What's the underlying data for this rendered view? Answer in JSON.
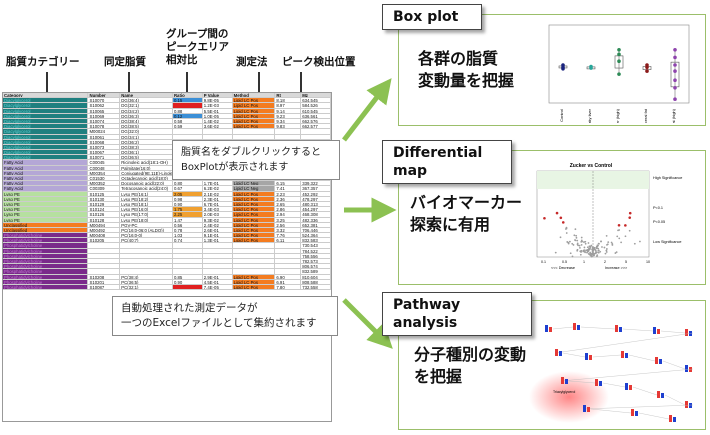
{
  "column_labels": [
    {
      "text": "脂質カテゴリー"
    },
    {
      "text": "同定脂質"
    },
    {
      "text": "グループ間の\nピークエリア\n相対比"
    },
    {
      "text": "測定法"
    },
    {
      "text": "ピーク検出位置"
    }
  ],
  "table": {
    "headers": [
      "Category",
      "Number",
      "Name",
      "Ratio",
      "P Value",
      "Method",
      "Rt",
      "Mz"
    ],
    "rows": [
      {
        "cat": "Diacylglycerol",
        "catc": "#1f7f7f",
        "num": "S10070",
        "name": "DG(36:4)",
        "ratio": "0.15",
        "rc": "#3c8fd6",
        "p": "9.8E-05",
        "meth": "Lipid LC Pos",
        "mc": "#f47c20",
        "rt": "8.18",
        "mz": "634.545"
      },
      {
        "cat": "Diacylglycerol",
        "catc": "#1f7f7f",
        "num": "S10062",
        "name": "DG(32:1)",
        "ratio": "",
        "rc": "#e02020",
        "p": "1.2E-03",
        "meth": "Lipid LC Pos",
        "mc": "#f47c20",
        "rt": "8.97",
        "mz": "584.526"
      },
      {
        "cat": "Diacylglycerol",
        "catc": "#1f7f7f",
        "num": "S10065",
        "name": "DG(34:2)",
        "ratio": "0.88",
        "rc": "#fff",
        "p": "5.5E-01",
        "meth": "Lipid LC Pos",
        "mc": "#f47c20",
        "rt": "9.14",
        "mz": "610.545"
      },
      {
        "cat": "Diacylglycerol",
        "catc": "#1f7f7f",
        "num": "S10069",
        "name": "DG(36:3)",
        "ratio": "0.12",
        "rc": "#3c8fd6",
        "p": "1.0E-05",
        "meth": "Lipid LC Pos",
        "mc": "#f47c20",
        "rt": "9.23",
        "mz": "636.561"
      },
      {
        "cat": "Diacylglycerol",
        "catc": "#1f7f7f",
        "num": "S10074",
        "name": "DG(38:4)",
        "ratio": "0.58",
        "rc": "#fff",
        "p": "1.4E-02",
        "meth": "Lipid LC Pos",
        "mc": "#f47c20",
        "rt": "9.34",
        "mz": "662.576"
      },
      {
        "cat": "Diacylglycerol",
        "catc": "#1f7f7f",
        "num": "S10078",
        "name": "DG(38:5)",
        "ratio": "0.59",
        "rc": "#fff",
        "p": "3.6E-02",
        "meth": "Lipid LC Pos",
        "mc": "#f47c20",
        "rt": "9.83",
        "mz": "662.577"
      },
      {
        "cat": "Diacylglycerol",
        "catc": "#1f7f7f",
        "num": "M00024",
        "name": "DG(32:0)",
        "ratio": "",
        "rc": "#fff",
        "p": "",
        "meth": "",
        "mc": "#fff",
        "rt": "",
        "mz": ""
      },
      {
        "cat": "Diacylglycerol",
        "catc": "#1f7f7f",
        "num": "S10061",
        "name": "DG(34:1)",
        "ratio": "",
        "rc": "#fff",
        "p": "",
        "meth": "",
        "mc": "#fff",
        "rt": "",
        "mz": ""
      },
      {
        "cat": "Diacylglycerol",
        "catc": "#1f7f7f",
        "num": "S10068",
        "name": "DG(36:2)",
        "ratio": "",
        "rc": "#fff",
        "p": "",
        "meth": "",
        "mc": "#fff",
        "rt": "",
        "mz": ""
      },
      {
        "cat": "Diacylglycerol",
        "catc": "#1f7f7f",
        "num": "S10073",
        "name": "DG(38:3)",
        "ratio": "",
        "rc": "#fff",
        "p": "",
        "meth": "",
        "mc": "#fff",
        "rt": "",
        "mz": ""
      },
      {
        "cat": "Diacylglycerol",
        "catc": "#1f7f7f",
        "num": "S10067",
        "name": "DG(36:1)",
        "ratio": "",
        "rc": "#fff",
        "p": "",
        "meth": "",
        "mc": "#fff",
        "rt": "",
        "mz": ""
      },
      {
        "cat": "Diacylglycerol",
        "catc": "#1f7f7f",
        "num": "S10071",
        "name": "DG(36:5)",
        "ratio": "",
        "rc": "#fff",
        "p": "",
        "meth": "",
        "mc": "#fff",
        "rt": "",
        "mz": ""
      },
      {
        "cat": "Fatty Acid",
        "catc": "#b4a7d6",
        "num": "C00045",
        "name": "Ricinoleic acid(18:1-OH)",
        "ratio": "0.34",
        "rc": "#fff",
        "p": "3.1E-01",
        "meth": "Lipid LC Neg",
        "mc": "#a6a6a6",
        "rt": "2.21",
        "mz": "297.245"
      },
      {
        "cat": "Fatty Acid",
        "catc": "#b4a7d6",
        "num": "C00048",
        "name": "Palmitate(16:0)",
        "ratio": "0.62",
        "rc": "#fff",
        "p": "3.5E-01",
        "meth": "Lipid LC Neg",
        "mc": "#a6a6a6",
        "rt": "1.45",
        "mz": "255.234"
      },
      {
        "cat": "Fatty Acid",
        "catc": "#b4a7d6",
        "num": "M00354",
        "name": "Conjugated(9E,11E)-Linoleic acid",
        "ratio": "0.65",
        "rc": "#fff",
        "p": "2.6E-01",
        "meth": "Lipid LC Neg",
        "mc": "#a6a6a6",
        "rt": "3.53",
        "mz": "279.235"
      },
      {
        "cat": "Fatty Acid",
        "catc": "#b4a7d6",
        "num": "C01530",
        "name": "Octadecanoic acid(18:0)",
        "ratio": "0.67",
        "rc": "#fff",
        "p": "4.0E-01",
        "meth": "Lipid LC Neg",
        "mc": "#a6a6a6",
        "rt": "4.26",
        "mz": "283.266"
      },
      {
        "cat": "Fatty Acid",
        "catc": "#b4a7d6",
        "num": "M00352",
        "name": "Docosanoic acid(22:0)",
        "ratio": "0.80",
        "rc": "#fff",
        "p": "1.7E-01",
        "meth": "Lipid LC Neg",
        "mc": "#a6a6a6",
        "rt": "6.15",
        "mz": "339.322"
      },
      {
        "cat": "Fatty Acid",
        "catc": "#b4a7d6",
        "num": "C00309",
        "name": "Tetracosanoic acid(24:0)",
        "ratio": "0.67",
        "rc": "#fff",
        "p": "6.2E-02",
        "meth": "Lipid LC Neg",
        "mc": "#a6a6a6",
        "rt": "7.41",
        "mz": "367.357"
      },
      {
        "cat": "Lyso PE",
        "catc": "#b6e0a0",
        "num": "S10125",
        "name": "Lyso PE(16:1)",
        "ratio": "2.05",
        "rc": "#f0a030",
        "p": "2.1E-02",
        "meth": "Lipid LC Pos",
        "mc": "#f47c20",
        "rt": "2.23",
        "mz": "452.292"
      },
      {
        "cat": "Lyso PE",
        "catc": "#b6e0a0",
        "num": "S10130",
        "name": "Lyso PE(18:2)",
        "ratio": "0.98",
        "rc": "#fff",
        "p": "2.3E-01",
        "meth": "Lipid LC Pos",
        "mc": "#f47c20",
        "rt": "2.36",
        "mz": "478.297"
      },
      {
        "cat": "Lyso PE",
        "catc": "#b6e0a0",
        "num": "S10129",
        "name": "Lyso PE(18:1)",
        "ratio": "0.90",
        "rc": "#fff",
        "p": "6.7E-01",
        "meth": "Lipid LC Pos",
        "mc": "#f47c20",
        "rt": "2.65",
        "mz": "480.313"
      },
      {
        "cat": "Lyso PE",
        "catc": "#b6e0a0",
        "num": "S10124",
        "name": "Lyso PE(16:0)",
        "ratio": "1.75",
        "rc": "#f0a030",
        "p": "3.4E-03",
        "meth": "Lipid LC Pos",
        "mc": "#f47c20",
        "rt": "2.86",
        "mz": "454.297"
      },
      {
        "cat": "Lyso PE",
        "catc": "#b6e0a0",
        "num": "S10126",
        "name": "Lyso PE(17:0)",
        "ratio": "2.25",
        "rc": "#f0a030",
        "p": "2.0E-03",
        "meth": "Lipid LC Pos",
        "mc": "#f47c20",
        "rt": "2.94",
        "mz": "468.308"
      },
      {
        "cat": "Lyso PE",
        "catc": "#b6e0a0",
        "num": "S10128",
        "name": "Lyso PE(18:0)",
        "ratio": "1.47",
        "rc": "#fff",
        "p": "9.3E-02",
        "meth": "Lipid LC Pos",
        "mc": "#f47c20",
        "rt": "3.25",
        "mz": "482.336"
      },
      {
        "cat": "Unclassified",
        "catc": "#f47c20",
        "num": "M00494",
        "name": "PGV-PC",
        "ratio": "0.56",
        "rc": "#fff",
        "p": "2.4E-02",
        "meth": "Lipid LC Pos",
        "mc": "#f47c20",
        "rt": "2.56",
        "mz": "652.381"
      },
      {
        "cat": "Unclassified",
        "catc": "#f47c20",
        "num": "M00492",
        "name": "PC(16:0-06:0 (ALDO))",
        "ratio": "0.78",
        "rc": "#fff",
        "p": "2.6E-01",
        "meth": "Lipid LC Pos",
        "mc": "#f47c20",
        "rt": "3.32",
        "mz": "706.446"
      },
      {
        "cat": "Phosphatidylcholine",
        "catc": "#7a2a8a",
        "num": "M00408",
        "name": "PC(16:0-0)",
        "ratio": "1.03",
        "rc": "#fff",
        "p": "9.1E-01",
        "meth": "Lipid LC Pos",
        "mc": "#f47c20",
        "rt": "7.76",
        "mz": "524.364"
      },
      {
        "cat": "Phosphatidylcholine",
        "catc": "#7a2a8a",
        "num": "S10205",
        "name": "PC(40:7)",
        "ratio": "0.74",
        "rc": "#fff",
        "p": "1.3E-01",
        "meth": "Lipid LC Pos",
        "mc": "#f47c20",
        "rt": "6.11",
        "mz": "832.583"
      },
      {
        "cat": "Phosphatidylcholine",
        "catc": "#7a2a8a",
        "num": "",
        "name": "",
        "ratio": "",
        "rc": "#fff",
        "p": "",
        "meth": "",
        "mc": "#fff",
        "rt": "",
        "mz": "730.543"
      },
      {
        "cat": "Phosphatidylcholine",
        "catc": "#7a2a8a",
        "num": "",
        "name": "",
        "ratio": "",
        "rc": "#fff",
        "p": "",
        "meth": "",
        "mc": "#fff",
        "rt": "",
        "mz": "784.522"
      },
      {
        "cat": "Phosphatidylcholine",
        "catc": "#7a2a8a",
        "num": "",
        "name": "",
        "ratio": "",
        "rc": "#fff",
        "p": "",
        "meth": "",
        "mc": "#fff",
        "rt": "",
        "mz": "758.556"
      },
      {
        "cat": "Phosphatidylcholine",
        "catc": "#7a2a8a",
        "num": "",
        "name": "",
        "ratio": "",
        "rc": "#fff",
        "p": "",
        "meth": "",
        "mc": "#fff",
        "rt": "",
        "mz": "782.573"
      },
      {
        "cat": "Phosphatidylcholine",
        "catc": "#7a2a8a",
        "num": "",
        "name": "",
        "ratio": "",
        "rc": "#fff",
        "p": "",
        "meth": "",
        "mc": "#fff",
        "rt": "",
        "mz": "806.574"
      },
      {
        "cat": "Phosphatidylcholine",
        "catc": "#7a2a8a",
        "num": "",
        "name": "",
        "ratio": "",
        "rc": "#fff",
        "p": "",
        "meth": "",
        "mc": "#fff",
        "rt": "",
        "mz": "832.589"
      },
      {
        "cat": "Phosphatidylcholine",
        "catc": "#7a2a8a",
        "num": "S10208",
        "name": "PC(38:4)",
        "ratio": "0.85",
        "rc": "#fff",
        "p": "2.9E-01",
        "meth": "Lipid LC Pos",
        "mc": "#f47c20",
        "rt": "6.90",
        "mz": "810.604"
      },
      {
        "cat": "Phosphatidylcholine",
        "catc": "#7a2a8a",
        "num": "S10201",
        "name": "PC(36:5)",
        "ratio": "0.90",
        "rc": "#fff",
        "p": "4.5E-01",
        "meth": "Lipid LC Pos",
        "mc": "#f47c20",
        "rt": "6.91",
        "mz": "808.588"
      },
      {
        "cat": "Phosphatidylcholine",
        "catc": "#7a2a8a",
        "num": "S10087",
        "name": "PC(32:1)",
        "ratio": "",
        "rc": "#e02020",
        "p": "7.4E-05",
        "meth": "Lipid LC Pos",
        "mc": "#f47c20",
        "rt": "7.80",
        "mz": "732.558"
      }
    ]
  },
  "callouts": {
    "dblclick": "脂質名をダブルクリックすると\nBoxPlotが表示されます",
    "excel": "自動処理された測定データが\n一つのExcelファイルとして集約されます"
  },
  "panels": [
    {
      "title": "Box plot",
      "desc": "各群の脂質\n変動量を把握",
      "plot": {
        "x_labels": [
          "Control",
          "Fatty liver",
          "Fatty liver (high)",
          "Visceral fat",
          "Visceral fat (high)"
        ],
        "groups": [
          {
            "color": "#1a237e",
            "points": [
              0.45,
              0.47,
              0.5
            ]
          },
          {
            "color": "#26a69a",
            "points": [
              0.46,
              0.48
            ]
          },
          {
            "color": "#2e8b57",
            "points": [
              0.38,
              0.55,
              0.64,
              0.7
            ]
          },
          {
            "color": "#8b1a1a",
            "points": [
              0.42,
              0.47,
              0.5
            ]
          },
          {
            "color": "#8e44ad",
            "points": [
              0.05,
              0.2,
              0.3,
              0.42,
              0.5,
              0.6,
              0.7
            ]
          }
        ]
      }
    },
    {
      "title": "Differential map",
      "desc": "バイオマーカー\n探索に有用",
      "plot": {
        "title": "Zucker vs Control",
        "right_labels": [
          "High Significance",
          "P<0.1",
          "P<0.05",
          "Low Significance"
        ],
        "x_left": "<<< Decrease",
        "x_right": "Increase >>>",
        "x_ticks": [
          "0.1",
          "0.5",
          "1",
          "2",
          "5",
          "10"
        ]
      }
    },
    {
      "title": "Pathway analysis",
      "desc": "分子種別の変動\nを把握",
      "plot": {
        "cell_label": "Triacylglycerol"
      }
    }
  ],
  "colors": {
    "arrow": "#8cc152",
    "panel_border": "#9bbf6a"
  }
}
